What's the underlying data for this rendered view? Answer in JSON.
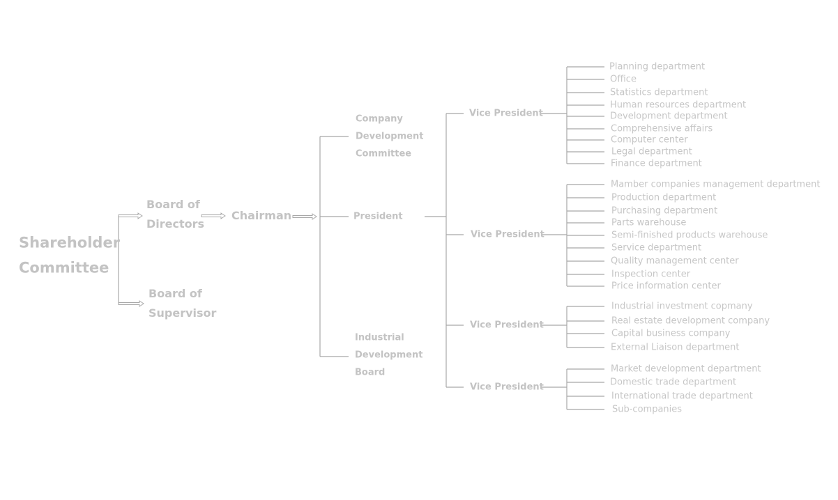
{
  "root": {
    "line1": "Shareholder",
    "line2": "Committee"
  },
  "board_directors": {
    "line1": "Board of",
    "line2": "Directors"
  },
  "board_supervisor": {
    "line1": "Board of",
    "line2": "Supervisor"
  },
  "chairman": "Chairman",
  "company_dev_committee": {
    "line1": "Company",
    "line2": "Development",
    "line3": "Committee"
  },
  "president": "President",
  "industrial_dev_board": {
    "line1": "Industrial",
    "line2": "Development",
    "line3": "Board"
  },
  "vice_presidents": [
    {
      "label": "Vice President",
      "departments": [
        "Planning department",
        "Office",
        "Statistics department",
        "Human resources department",
        "Development department",
        "Comprehensive affairs",
        "Computer center",
        "Legal department",
        "Finance department"
      ]
    },
    {
      "label": "Vice President",
      "departments": [
        "Mamber companies management department",
        "Production department",
        "Purchasing department",
        "Parts warehouse",
        "Semi-finished products warehouse",
        "Service department",
        "Quality management center",
        "Inspection center",
        "Price information center"
      ]
    },
    {
      "label": "Vice President",
      "departments": [
        "Industrial investment copmany",
        "Real estate development company",
        "Capital business company",
        "External Liaison department"
      ]
    },
    {
      "label": "Vice President",
      "departments": [
        "Market development department",
        "Domestic trade department",
        "International trade department",
        "Sub-companies"
      ]
    }
  ],
  "colors": {
    "text": "#c3c3c3",
    "line": "#a8a8a8"
  }
}
